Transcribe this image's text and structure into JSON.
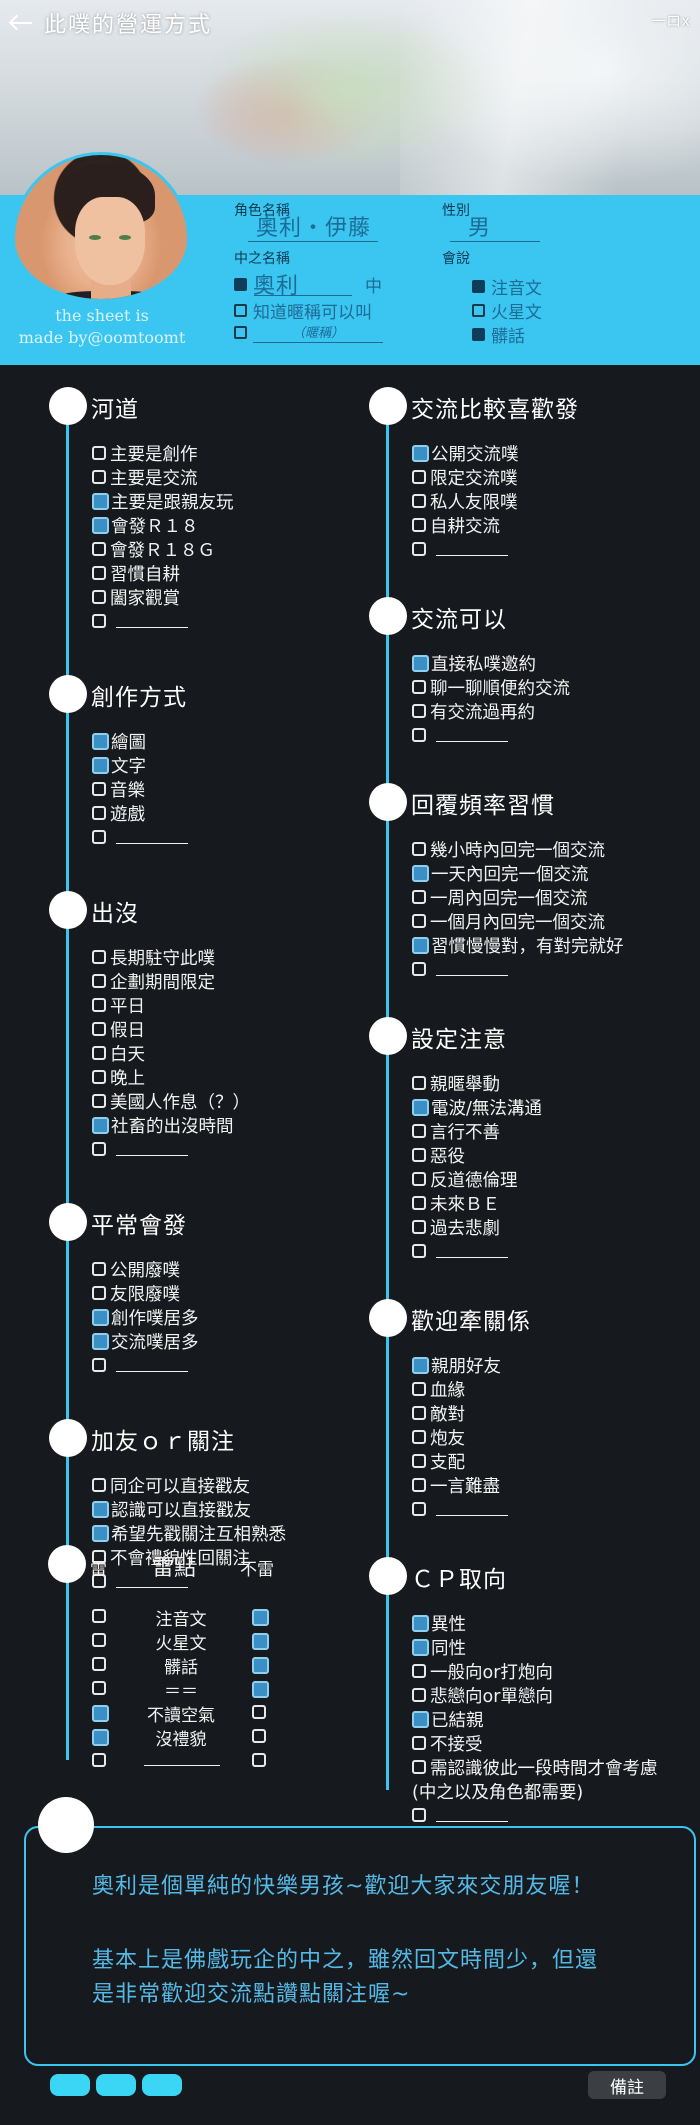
{
  "header": {
    "back_label": "←",
    "title": "此噗的營運方式",
    "corner": "ーロx"
  },
  "profile": {
    "credit_line1": "the sheet is",
    "credit_line2": "made by@oomtoomt",
    "role_label": "角色名稱",
    "role_value": "奧利・伊藤",
    "gender_label": "性別",
    "gender_value": "男",
    "nick_label": "中之名稱",
    "nick_value": "奧利",
    "nick_suffix": "中",
    "know_nick": "知道暱稱可以叫",
    "nick_blank_hint": "（暱稱）",
    "speak_label": "會說",
    "languages": [
      {
        "label": "注音文",
        "checked": true
      },
      {
        "label": "火星文",
        "checked": false
      },
      {
        "label": "髒話",
        "checked": true
      }
    ]
  },
  "sections_left": [
    {
      "title": "河道",
      "items": [
        {
          "label": "主要是創作",
          "checked": false
        },
        {
          "label": "主要是交流",
          "checked": false
        },
        {
          "label": "主要是跟親友玩",
          "checked": true
        },
        {
          "label": "會發Ｒ１８",
          "checked": true
        },
        {
          "label": "會發Ｒ１８Ｇ",
          "checked": false
        },
        {
          "label": "習慣自耕",
          "checked": false
        },
        {
          "label": "闔家觀賞",
          "checked": false
        },
        {
          "label": "",
          "checked": false
        }
      ]
    },
    {
      "title": "創作方式",
      "items": [
        {
          "label": "繪圖",
          "checked": true
        },
        {
          "label": "文字",
          "checked": true
        },
        {
          "label": "音樂",
          "checked": false
        },
        {
          "label": "遊戲",
          "checked": false
        },
        {
          "label": "",
          "checked": false
        }
      ]
    },
    {
      "title": "出沒",
      "items": [
        {
          "label": "長期駐守此噗",
          "checked": false
        },
        {
          "label": "企劃期間限定",
          "checked": false
        },
        {
          "label": "平日",
          "checked": false
        },
        {
          "label": "假日",
          "checked": false
        },
        {
          "label": "白天",
          "checked": false
        },
        {
          "label": "晚上",
          "checked": false
        },
        {
          "label": "美國人作息（？）",
          "checked": false
        },
        {
          "label": "社畜的出沒時間",
          "checked": true
        },
        {
          "label": "",
          "checked": false
        }
      ]
    },
    {
      "title": "平常會發",
      "items": [
        {
          "label": "公開廢噗",
          "checked": false
        },
        {
          "label": "友限廢噗",
          "checked": false
        },
        {
          "label": "創作噗居多",
          "checked": true
        },
        {
          "label": "交流噗居多",
          "checked": true
        },
        {
          "label": "",
          "checked": false
        }
      ]
    },
    {
      "title": "加友ｏｒ關注",
      "items": [
        {
          "label": "同企可以直接戳友",
          "checked": false
        },
        {
          "label": "認識可以直接戳友",
          "checked": true
        },
        {
          "label": "希望先戳關注互相熟悉",
          "checked": true
        },
        {
          "label": "不會禮貌性回關注",
          "checked": false
        },
        {
          "label": "",
          "checked": false
        }
      ]
    }
  ],
  "thunder": {
    "left_head": "雷",
    "mid_head": "雷點",
    "right_head": "不雷",
    "rows": [
      {
        "label": "注音文",
        "thunder": false,
        "ok": true
      },
      {
        "label": "火星文",
        "thunder": false,
        "ok": true
      },
      {
        "label": "髒話",
        "thunder": false,
        "ok": true
      },
      {
        "label": "＝＝",
        "thunder": false,
        "ok": true
      },
      {
        "label": "不讀空氣",
        "thunder": true,
        "ok": false
      },
      {
        "label": "沒禮貌",
        "thunder": true,
        "ok": false
      },
      {
        "label": "",
        "thunder": false,
        "ok": false
      }
    ]
  },
  "sections_right": [
    {
      "title": "交流比較喜歡發",
      "items": [
        {
          "label": "公開交流噗",
          "checked": true
        },
        {
          "label": "限定交流噗",
          "checked": false
        },
        {
          "label": "私人友限噗",
          "checked": false
        },
        {
          "label": "自耕交流",
          "checked": false
        },
        {
          "label": "",
          "checked": false
        }
      ]
    },
    {
      "title": "交流可以",
      "items": [
        {
          "label": "直接私噗邀約",
          "checked": true
        },
        {
          "label": "聊一聊順便約交流",
          "checked": false
        },
        {
          "label": "有交流過再約",
          "checked": false
        },
        {
          "label": "",
          "checked": false
        }
      ]
    },
    {
      "title": "回覆頻率習慣",
      "items": [
        {
          "label": "幾小時內回完一個交流",
          "checked": false
        },
        {
          "label": "一天內回完一個交流",
          "checked": true
        },
        {
          "label": "一周內回完一個交流",
          "checked": false
        },
        {
          "label": "一個月內回完一個交流",
          "checked": false
        },
        {
          "label": "習慣慢慢對，有對完就好",
          "checked": true
        },
        {
          "label": "",
          "checked": false
        }
      ]
    },
    {
      "title": "設定注意",
      "items": [
        {
          "label": "親暱舉動",
          "checked": false
        },
        {
          "label": "電波/無法溝通",
          "checked": true
        },
        {
          "label": "言行不善",
          "checked": false
        },
        {
          "label": "惡役",
          "checked": false
        },
        {
          "label": "反道德倫理",
          "checked": false
        },
        {
          "label": "未來ＢＥ",
          "checked": false
        },
        {
          "label": "過去悲劇",
          "checked": false
        },
        {
          "label": "",
          "checked": false
        }
      ]
    },
    {
      "title": "歡迎牽關係",
      "items": [
        {
          "label": "親朋好友",
          "checked": true
        },
        {
          "label": "血緣",
          "checked": false
        },
        {
          "label": "敵對",
          "checked": false
        },
        {
          "label": "炮友",
          "checked": false
        },
        {
          "label": "支配",
          "checked": false
        },
        {
          "label": "一言難盡",
          "checked": false
        },
        {
          "label": "",
          "checked": false
        }
      ]
    },
    {
      "title": "ＣＰ取向",
      "items": [
        {
          "label": "異性",
          "checked": true
        },
        {
          "label": "同性",
          "checked": true
        },
        {
          "label": "一般向or打炮向",
          "checked": false
        },
        {
          "label": "悲戀向or單戀向",
          "checked": false
        },
        {
          "label": "已結親",
          "checked": true
        },
        {
          "label": "不接受",
          "checked": false
        },
        {
          "label": "需認識彼此一段時間才會考慮",
          "checked": false
        },
        {
          "label": "(中之以及角色都需要)",
          "checked": false,
          "noBox": true
        },
        {
          "label": "",
          "checked": false
        }
      ]
    }
  ],
  "notes": {
    "line1": "奧利是個單純的快樂男孩~歡迎大家來交朋友喔！",
    "line2": "基本上是佛戲玩企的中之，雖然回文時間少，但還",
    "line3": "是非常歡迎交流點讚點關注喔~"
  },
  "footer": {
    "remark_label": "備註"
  },
  "colors": {
    "accent": "#3bc6f1",
    "checked_fill": "#3a8fc4",
    "background": "#16191d",
    "note_text": "#55b9e6"
  }
}
